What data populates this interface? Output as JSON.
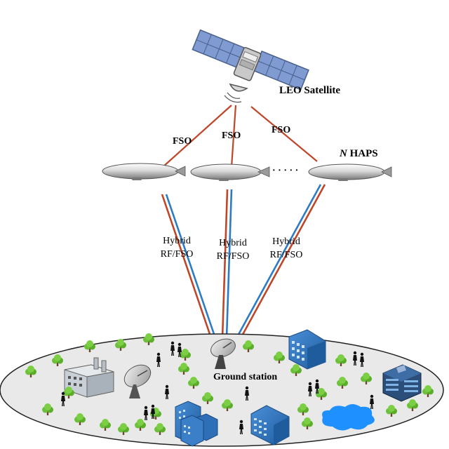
{
  "labels": {
    "satellite": "LEO Satellite",
    "fso_link": "FSO",
    "haps_n": "N",
    "haps_suffix": " HAPS",
    "hybrid_line1": "Hybrid",
    "hybrid_line2": "RF/FSO",
    "ground_station": "Ground station",
    "dots": "· · · · ·"
  },
  "colors": {
    "fso_link": "#c0462a",
    "rf_link": "#2c7bc4",
    "ground": "#e9e9e9",
    "tree": "#5cb82e",
    "building_blue": "#2f6fb8",
    "building_grey": "#c9cfd6",
    "lake": "#1e90ff",
    "solar_panel": "#6f8fc9"
  },
  "icons": [
    "satellite-icon",
    "airship-icon",
    "dish-antenna-icon",
    "tree-icon",
    "person-icon",
    "building-icon",
    "lake-icon"
  ]
}
